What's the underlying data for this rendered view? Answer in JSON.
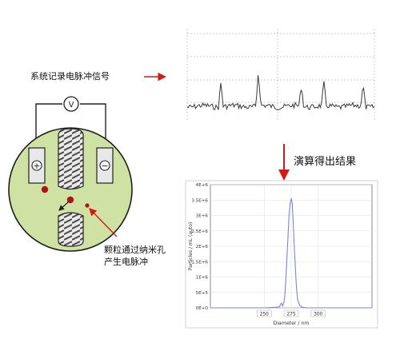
{
  "labels": {
    "signal": "系统记录电脉冲信号",
    "compute": "演算得出结果",
    "particle_line1": "颗粒通过纳米孔",
    "particle_line2": "产生电脉冲"
  },
  "device": {
    "voltmeter_symbol": "V",
    "plus_symbol": "+",
    "minus_symbol": "−",
    "colors": {
      "body_fill": "#cfe2a4",
      "particle": "#b0121b",
      "arrow": "#d11a1a"
    }
  },
  "signal_trace": {
    "colors": {
      "line": "#3a3a3a",
      "grid": "#9a9a9a"
    },
    "pulses": [
      {
        "position": 0.18,
        "height": 0.62
      },
      {
        "position": 0.38,
        "height": 0.92
      },
      {
        "position": 0.61,
        "height": 0.52
      },
      {
        "position": 0.73,
        "height": 0.58
      },
      {
        "position": 0.94,
        "height": 0.54
      }
    ]
  },
  "chart_data": {
    "type": "line",
    "title": "",
    "xlabel": "Diameter / nm",
    "ylabel": "Particles / mL (auto)",
    "xlim": [
      200,
      350
    ],
    "ylim": [
      0,
      4000000
    ],
    "x_ticks": [
      250,
      275,
      300
    ],
    "y_ticks": [
      {
        "value": 0,
        "label": "0E+0"
      },
      {
        "value": 500000,
        "label": "5E+5"
      },
      {
        "value": 1000000,
        "label": "1E+6"
      },
      {
        "value": 1500000,
        "label": "1.5E+6"
      },
      {
        "value": 2000000,
        "label": "2E+6"
      },
      {
        "value": 2500000,
        "label": "2.5E+6"
      },
      {
        "value": 3000000,
        "label": "3E+6"
      },
      {
        "value": 3500000,
        "label": "3.5E+6"
      },
      {
        "value": 4000000,
        "label": "4E+6"
      }
    ],
    "grid": true,
    "series": [
      {
        "color": "#7b83e0",
        "x": [
          200,
          250,
          262,
          264,
          265,
          266,
          267,
          268,
          269,
          270,
          271,
          272,
          273,
          274,
          275,
          276,
          277,
          278,
          279,
          280,
          281,
          283,
          285,
          290,
          300,
          350
        ],
        "y": [
          0,
          0,
          20000,
          30000,
          100000,
          150000,
          60000,
          150000,
          350000,
          900000,
          1600000,
          2300000,
          3000000,
          3400000,
          3550000,
          3400000,
          2700000,
          1900000,
          1200000,
          600000,
          250000,
          80000,
          20000,
          0,
          0,
          0
        ]
      }
    ]
  }
}
